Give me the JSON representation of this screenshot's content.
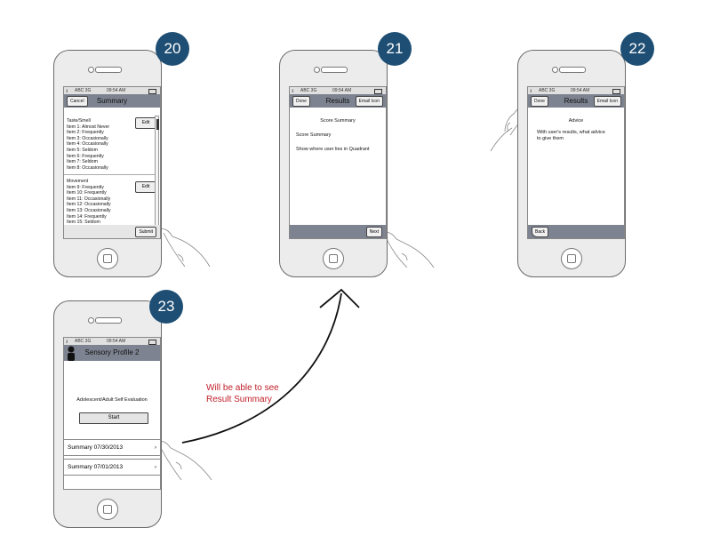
{
  "colors": {
    "badge": "#1e4e73",
    "navbar": "#7d8390",
    "annotation": "#c0202a"
  },
  "status": {
    "carrier": "ABC 3G",
    "time": "09:54 AM"
  },
  "screens": {
    "s20": {
      "badge": "20",
      "title": "Summary",
      "cancel": "Cancel",
      "submit": "Submit",
      "edit": "Edit",
      "sections": [
        {
          "heading": "Taste/Smell",
          "items": [
            "Item 1: Almost Never",
            "Item 2: Frequently",
            "Item 3: Occasionally",
            "Item 4: Occasionally",
            "Item 5: Seldom",
            "Item 6: Frequently",
            "Item 7: Seldom",
            "Item 8: Occasionally"
          ]
        },
        {
          "heading": "Movement",
          "items": [
            "Item 9: Frequently",
            "Item 10: Frequently",
            "Item 11: Occasionally",
            "Item 12: Occasionally",
            "Item 13: Occasionally",
            "Item 14: Frequently",
            "Item 15: Seldom"
          ]
        }
      ]
    },
    "s21": {
      "badge": "21",
      "title": "Results",
      "done": "Done",
      "email": "Email Icon",
      "heading": "Score Summary",
      "line1": "Score Summary",
      "line2": "Show where user lies in Quadrant",
      "next": "Next"
    },
    "s22": {
      "badge": "22",
      "title": "Results",
      "done": "Done",
      "email": "Email Icon",
      "heading": "Advice",
      "body1": "With user's results, what advice",
      "body2": "to give them",
      "back": "Back"
    },
    "s23": {
      "badge": "23",
      "title": "Sensory Profile 2",
      "eval": "Adolescent/Adult Self Evaluation",
      "start": "Start",
      "rows": [
        "Summary 07/30/2013",
        "Summary 07/01/2013"
      ]
    }
  },
  "annotation": {
    "line1": "Will be able to see",
    "line2": "Result Summary"
  }
}
